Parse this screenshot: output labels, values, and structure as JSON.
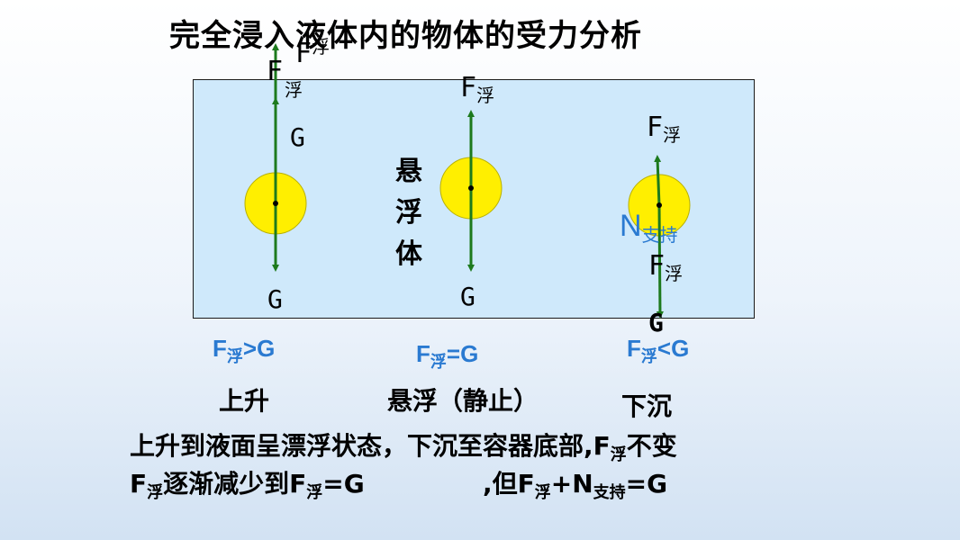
{
  "title": "完全浸入液体内的物体的受力分析",
  "colors": {
    "tank": "#cfe9fb",
    "ball": "#ffef00",
    "arrow": "#1d7a1d",
    "blue_text": "#2a7ad1"
  },
  "labels": {
    "F": "F",
    "fu": "浮",
    "G": "G",
    "N": "N",
    "zhichi": "支持"
  },
  "xuanfu_body": "悬浮体",
  "comparisons": {
    "left": {
      "F": "F",
      "sub": "浮",
      "rest": ">G"
    },
    "middle": {
      "F": "F",
      "sub": "浮",
      "rest": "=G"
    },
    "right": {
      "F": "F",
      "sub": "浮",
      "rest": "<G"
    }
  },
  "states": {
    "left": "上升",
    "middle": "悬浮（静止）",
    "right": "下沉"
  },
  "bottom_text": {
    "line1": "上升到液面呈漂浮状态，下沉至容器底部,F",
    "line1_sub": "浮",
    "line1_end": "不变",
    "line2_a": "F",
    "line2_a_sub": "浮",
    "line2_b": "逐渐减少到F",
    "line2_b_sub": "浮",
    "line2_c": "=G",
    "line2_d": ",但F",
    "line2_d_sub": "浮",
    "line2_e": "+N",
    "line2_e_sub": "支持",
    "line2_f": "=G"
  }
}
